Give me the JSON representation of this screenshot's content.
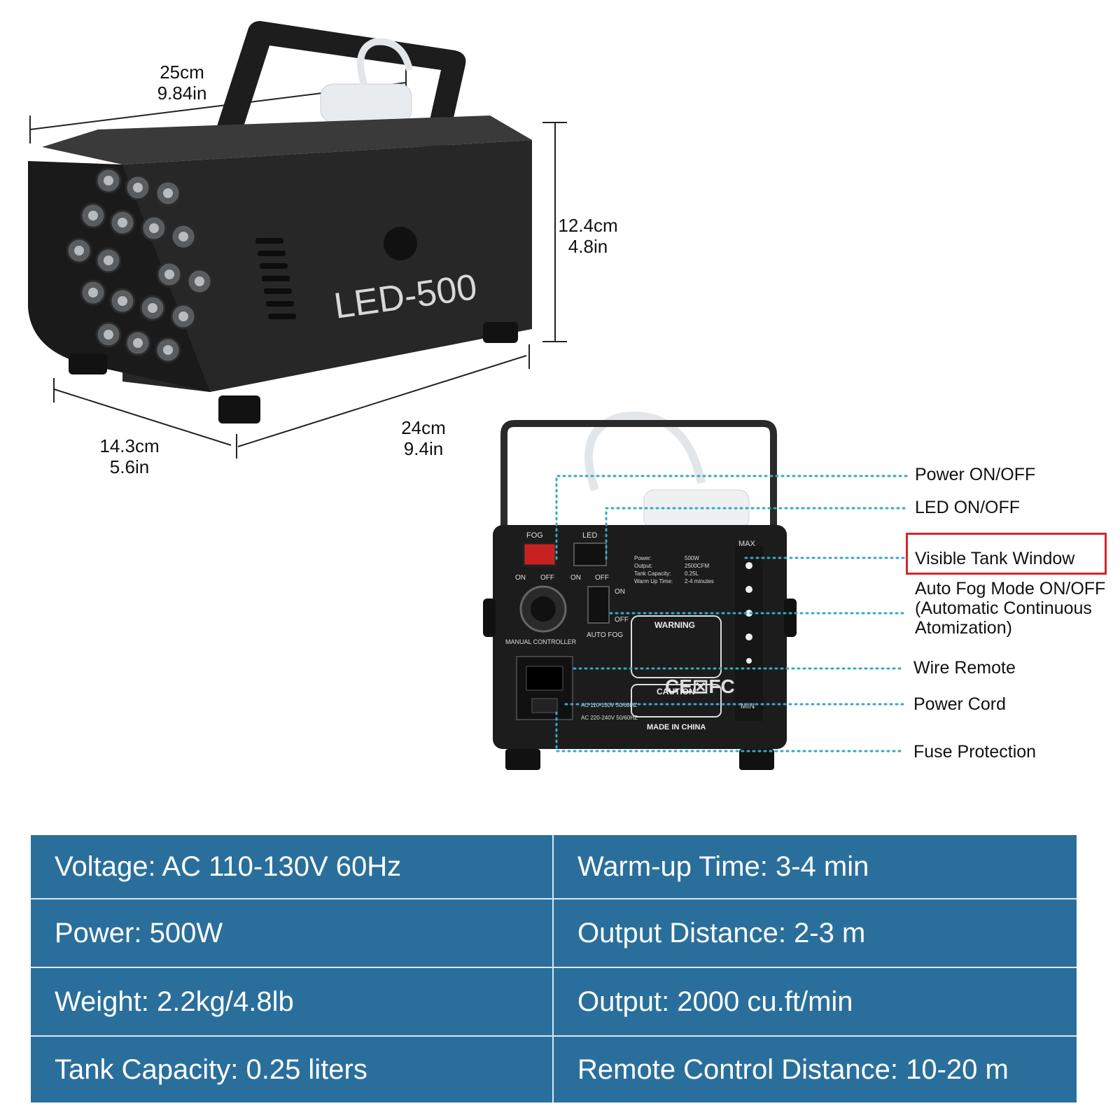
{
  "product": {
    "model_label": "LED-500",
    "accent_red": "#d7262b",
    "table_color": "#2a6f9c",
    "callout_line_color": "#3aa6c8"
  },
  "dimensions": {
    "length": {
      "cm": "25cm",
      "in": "9.84in"
    },
    "height": {
      "cm": "12.4cm",
      "in": "4.8in"
    },
    "depth": {
      "cm": "24cm",
      "in": "9.4in"
    },
    "width": {
      "cm": "14.3cm",
      "in": "5.6in"
    }
  },
  "back_panel": {
    "fog_label": "FOG",
    "led_label": "LED",
    "on": "ON",
    "off": "OFF",
    "auto_fog": "AUTO FOG",
    "manual_controller": "MANUAL CONTROLLER",
    "warning": "WARNING",
    "caution": "CAUTION",
    "made_in": "MADE IN CHINA",
    "max": "MAX",
    "min": "MIN",
    "spec_label_lines": [
      "Power:",
      "Output:",
      "Tank Capacity:",
      "Warm Up Time:"
    ],
    "spec_value_lines": [
      "500W",
      "2500CFM",
      "0.25L",
      "2-4 minutes"
    ],
    "voltage_lines": [
      "AC 110-130V 50/60HZ",
      "AC 220-240V 50/60HZ"
    ]
  },
  "callouts": [
    {
      "label": "Power ON/OFF"
    },
    {
      "label": "LED ON/OFF"
    },
    {
      "label": "Visible Tank Window",
      "highlighted": true
    },
    {
      "label": "Auto Fog Mode ON/OFF (Automatic Continuous Atomization)"
    },
    {
      "label": "Wire Remote"
    },
    {
      "label": "Power Cord"
    },
    {
      "label": "Fuse Protection"
    }
  ],
  "specs": [
    [
      "Voltage: AC 110-130V 60Hz",
      "Warm-up Time: 3-4 min"
    ],
    [
      "Power: 500W",
      "Output Distance: 2-3 m"
    ],
    [
      "Weight: 2.2kg/4.8lb",
      "Output: 2000 cu.ft/min"
    ],
    [
      "Tank Capacity: 0.25 liters",
      "Remote Control Distance: 10-20 m"
    ]
  ]
}
